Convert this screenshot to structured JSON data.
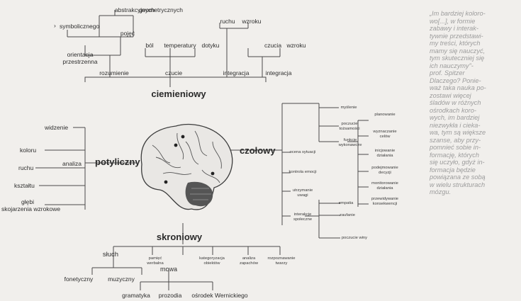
{
  "diagram": {
    "parietal": {
      "title": "ciemieniowy",
      "items": [
        "abstrakcyjnych",
        "geometrycznych",
        "symbolicznego",
        "pojęć",
        "orientacja",
        "przestrzenna",
        "rozumienie",
        "ból",
        "temperatury",
        "dotyku",
        "czucie",
        "ruchu",
        "wzroku",
        "integracja",
        "czucia",
        "wzroku",
        "integracja"
      ]
    },
    "occipital": {
      "title": "potyliczny",
      "items": [
        "widzenie",
        "koloru",
        "ruchu",
        "analiza",
        "kształtu",
        "głębi",
        "skojarzenia wzrokowe"
      ]
    },
    "frontal": {
      "title": "czołowy",
      "items": [
        "myślenie",
        "poczucie tożsamości",
        "funkcje wykonawcze",
        "ocena sytuacji",
        "kontrola emocji",
        "utrzymanie uwagi",
        "interakcje społeczne",
        "planowanie",
        "wyznaczanie celów",
        "inicjowanie działania",
        "podejmowanie decyzji",
        "monitorowanie działania",
        "przewidywanie konsekwencji",
        "empatia",
        "zaufanie",
        "poczucie winy"
      ]
    },
    "temporal": {
      "title": "skroniowy",
      "items": [
        "słuch",
        "pamięć werbalna",
        "mowa",
        "kategoryzacja obiektów",
        "analiza zapachów",
        "rozpoznawanie twarzy",
        "fonetyczny",
        "muzyczny",
        "gramatyka",
        "prozodia",
        "ośrodek Wernickiego"
      ]
    }
  },
  "quote": {
    "lines": [
      "„Im bardziej koloro-",
      "wo[...], w formie",
      "zabawy i interak-",
      "tywnie przedstawi-",
      "my treści, których",
      "mamy się nauczyć,",
      "tym skuteczniej się",
      "ich    nauczymy”-",
      "prof. Spitzer",
      "Dlaczego? Ponie-",
      "waż taka nauka po-",
      "zostawi    więcej",
      "śladów w różnych",
      "ośrodkach    koro-",
      "wych, im bardziej",
      "niezwykła i cieka-",
      "wa, tym są większe",
      "szanse, aby przy-",
      "pomnieć sobie in-",
      "formację,  których",
      "się uczyło, gdyż in-",
      "formacja    będzie",
      "powiązana ze sobą",
      "w wielu strukturach",
      "mózgu."
    ]
  },
  "colors": {
    "line": "#4a4a4a",
    "text": "#2e2e2e",
    "quote": "#9c9c9c",
    "background": "#f1efec"
  },
  "icons": [
    "brain-illustration"
  ]
}
